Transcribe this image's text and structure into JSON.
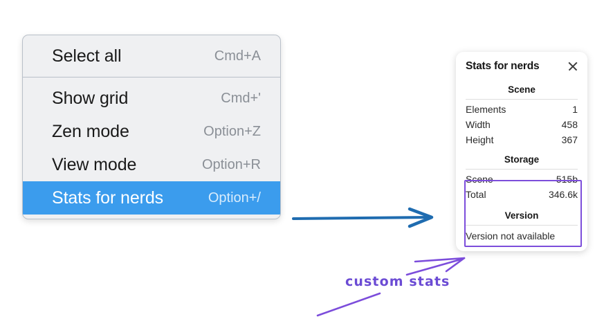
{
  "menu": {
    "groups": [
      {
        "name": "primary",
        "items": [
          {
            "label": "Select all",
            "shortcut": "Cmd+A",
            "selected": false
          }
        ]
      },
      {
        "name": "view",
        "items": [
          {
            "label": "Show grid",
            "shortcut": "Cmd+'",
            "selected": false
          },
          {
            "label": "Zen mode",
            "shortcut": "Option+Z",
            "selected": false
          },
          {
            "label": "View mode",
            "shortcut": "Option+R",
            "selected": false
          },
          {
            "label": "Stats for nerds",
            "shortcut": "Option+/",
            "selected": true
          }
        ]
      }
    ],
    "highlight_color": "#3b9ced",
    "background_color": "#eff0f2"
  },
  "stats_panel": {
    "title": "Stats for nerds",
    "close_icon": "close-icon",
    "sections": [
      {
        "heading": "Scene",
        "rows": [
          {
            "key": "Elements",
            "value": "1"
          },
          {
            "key": "Width",
            "value": "458"
          },
          {
            "key": "Height",
            "value": "367"
          }
        ]
      },
      {
        "heading": "Storage",
        "rows": [
          {
            "key": "Scene",
            "value": "515b"
          },
          {
            "key": "Total",
            "value": "346.6k"
          }
        ]
      },
      {
        "heading": "Version",
        "note": "Version not available",
        "rows": []
      }
    ]
  },
  "annotations": {
    "label": "custom stats",
    "label_color": "#6b4bd4",
    "blue_arrow_color": "#1f6cb0",
    "purple_color": "#7c4ddb",
    "highlight_box_color": "#7c4ddb"
  }
}
